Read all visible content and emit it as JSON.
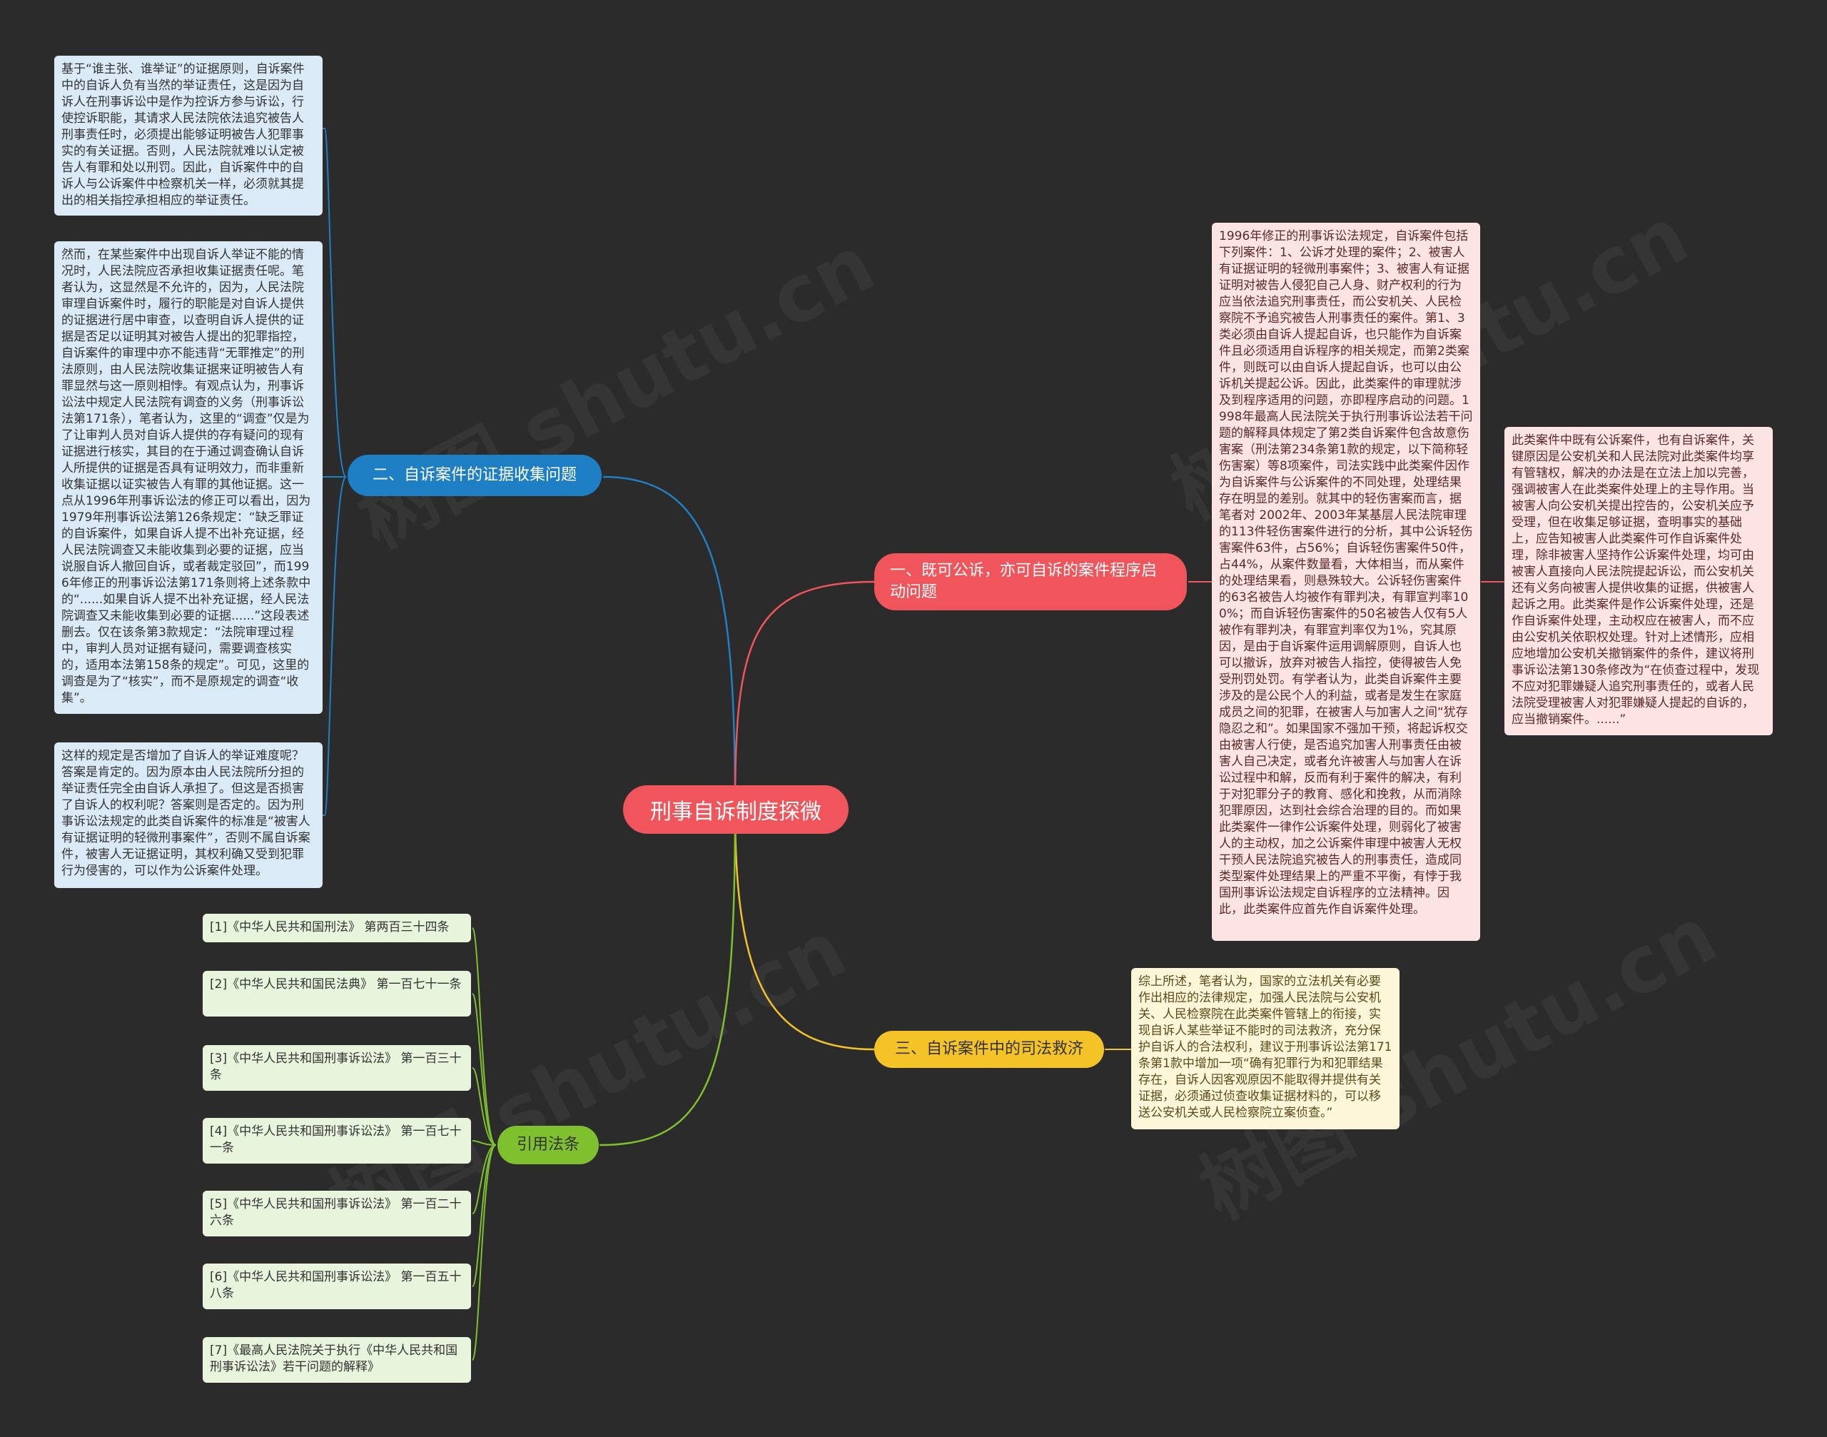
{
  "root": {
    "label": "刑事自诉制度探微"
  },
  "branches": {
    "b1": {
      "label": "二、自诉案件的证据收集问题",
      "color": "#1f7fc4"
    },
    "b2": {
      "label": "一、既可公诉，亦可自诉的案件程序启动问题",
      "color": "#f0555b"
    },
    "b3": {
      "label": "三、自诉案件中的司法救济",
      "color": "#f4c327"
    },
    "b4": {
      "label": "引用法条",
      "color": "#7ec02e"
    }
  },
  "leaves": {
    "b1_1": "基于“谁主张、谁举证”的证据原则，自诉案件中的自诉人负有当然的举证责任，这是因为自诉人在刑事诉讼中是作为控诉方参与诉讼，行使控诉职能，其请求人民法院依法追究被告人刑事责任时，必须提出能够证明被告人犯罪事实的有关证据。否则，人民法院就难以认定被告人有罪和处以刑罚。因此，自诉案件中的自诉人与公诉案件中检察机关一样，必须就其提出的相关指控承担相应的举证责任。",
    "b1_2": "然而，在某些案件中出现自诉人举证不能的情况时，人民法院应否承担收集证据责任呢。笔者认为，这显然是不允许的，因为，人民法院审理自诉案件时，履行的职能是对自诉人提供的证据进行居中审查，以查明自诉人提供的证据是否足以证明其对被告人提出的犯罪指控，自诉案件的审理中亦不能违背“无罪推定”的刑法原则，由人民法院收集证据来证明被告人有罪显然与这一原则相悖。有观点认为，刑事诉讼法中规定人民法院有调查的义务（刑事诉讼法第171条），笔者认为，这里的“调查”仅是为了让审判人员对自诉人提供的存有疑问的现有证据进行核实，其目的在于通过调查确认自诉人所提供的证据是否具有证明效力，而非重新收集证据以证实被告人有罪的其他证据。这一点从1996年刑事诉讼法的修正可以看出，因为1979年刑事诉讼法第126条规定：“缺乏罪证的自诉案件，如果自诉人提不出补充证据，经人民法院调查又未能收集到必要的证据，应当说服自诉人撤回自诉，或者裁定驳回”，而1996年修正的刑事诉讼法第171条则将上述条款中的“......如果自诉人提不出补充证据，经人民法院调查又未能收集到必要的证据......”这段表述删去。仅在该条第3款规定：“法院审理过程中，审判人员对证据有疑问，需要调查核实的，适用本法第158条的规定”。可见，这里的调查是为了“核实”，而不是原规定的调查“收集”。",
    "b1_3": "这样的规定是否增加了自诉人的举证难度呢？答案是肯定的。因为原本由人民法院所分担的举证责任完全由自诉人承担了。但这是否损害了自诉人的权利呢？答案则是否定的。因为刑事诉讼法规定的此类自诉案件的标准是“被害人有证据证明的轻微刑事案件”，否则不属自诉案件，被害人无证据证明，其权利确又受到犯罪行为侵害的，可以作为公诉案件处理。",
    "b2_1": "1996年修正的刑事诉讼法规定，自诉案件包括下列案件：1、公诉才处理的案件；2、被害人有证据证明的轻微刑事案件；3、被害人有证据证明对被告人侵犯自己人身、财产权利的行为应当依法追究刑事责任，而公安机关、人民检察院不予追究被告人刑事责任的案件。第1、3类必须由自诉人提起自诉，也只能作为自诉案件且必须适用自诉程序的相关规定，而第2类案件，则既可以由自诉人提起自诉，也可以由公诉机关提起公诉。因此，此类案件的审理就涉及到程序适用的问题，亦即程序启动的问题。1998年最高人民法院关于执行刑事诉讼法若干问题的解释具体规定了第2类自诉案件包含故意伤害案（刑法第234条第1款的规定，以下简称轻伤害案）等8项案件，司法实践中此类案件因作为自诉案件与公诉案件的不同处理，处理结果存在明显的差别。就其中的轻伤害案而言，据笔者对 2002年、2003年某基层人民法院审理的113件轻伤害案件进行的分析，其中公诉轻伤害案件63件，占56%；自诉轻伤害案件50件，占44%，从案件数量看，大体相当，而从案件的处理结果看，则悬殊较大。公诉轻伤害案件的63名被告人均被作有罪判决，有罪宣判率100%；而自诉轻伤害案件的50名被告人仅有5人被作有罪判决，有罪宣判率仅为1%，究其原因，是由于自诉案件运用调解原则，自诉人也可以撤诉，放弃对被告人指控，使得被告人免受刑罚处罚。有学者认为，此类自诉案件主要涉及的是公民个人的利益，或者是发生在家庭成员之间的犯罪，在被害人与加害人之间“犹存隐忍之和”。如果国家不强加干预，将起诉权交由被害人行使，是否追究加害人刑事责任由被害人自己决定，或者允许被害人与加害人在诉讼过程中和解，反而有利于案件的解决，有利于对犯罪分子的教育、感化和挽救，从而消除犯罪原因，达到社会综合治理的目的。而如果此类案件一律作公诉案件处理，则弱化了被害人的主动权，加之公诉案件审理中被害人无权干预人民法院追究被告人的刑事责任，造成同类型案件处理结果上的严重不平衡，有悖于我国刑事诉讼法规定自诉程序的立法精神。因此，此类案件应首先作自诉案件处理。",
    "b2_2": "此类案件中既有公诉案件，也有自诉案件，关键原因是公安机关和人民法院对此类案件均享有管辖权，解决的办法是在立法上加以完善，强调被害人在此类案件处理上的主导作用。当被害人向公安机关提出控告的，公安机关应予受理，但在收集足够证据，查明事实的基础上，应告知被害人此类案件可作自诉案件处理，除非被害人坚持作公诉案件处理，均可由被害人直接向人民法院提起诉讼，而公安机关还有义务向被害人提供收集的证据，供被害人起诉之用。此类案件是作公诉案件处理，还是作自诉案件处理，主动权应在被害人，而不应由公安机关依职权处理。针对上述情形，应相应地增加公安机关撤销案件的条件，建议将刑事诉讼法第130条修改为“在侦查过程中，发现不应对犯罪嫌疑人追究刑事责任的，或者人民法院受理被害人对犯罪嫌疑人提起的自诉的，应当撤销案件。......”",
    "b3_1": "综上所述，笔者认为，国家的立法机关有必要作出相应的法律规定，加强人民法院与公安机关、人民检察院在此类案件管辖上的衔接，实现自诉人某些举证不能时的司法救济，充分保护自诉人的合法权利，建议于刑事诉讼法第171条第1款中增加一项“确有犯罪行为和犯罪结果存在，自诉人因客观原因不能取得并提供有关证据，必须通过侦查收集证据材料的，可以移送公安机关或人民检察院立案侦查。”",
    "b4_1": "[1]《中华人民共和国刑法》 第两百三十四条",
    "b4_2": "[2]《中华人民共和国民法典》 第一百七十一条",
    "b4_3": "[3]《中华人民共和国刑事诉讼法》 第一百三十条",
    "b4_4": "[4]《中华人民共和国刑事诉讼法》 第一百七十一条",
    "b4_5": "[5]《中华人民共和国刑事诉讼法》 第一百二十六条",
    "b4_6": "[6]《中华人民共和国刑事诉讼法》 第一百五十八条",
    "b4_7": "[7]《最高人民法院关于执行《中华人民共和国刑事诉讼法》若干问题的解释》"
  }
}
